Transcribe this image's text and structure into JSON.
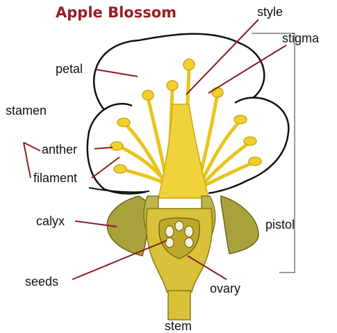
{
  "title": "Apple Blossom",
  "labels": {
    "style": "style",
    "stigma": "stigma",
    "petal": "petal",
    "stamen": "stamen",
    "anther": "anther",
    "filament": "filament",
    "calyx": "calyx",
    "pistol": "pistol",
    "seeds": "seeds",
    "ovary": "ovary",
    "stem": "stem"
  },
  "colors": {
    "title": "#9b1c24",
    "leader_line": "#8b1a24",
    "bracket": "#9a9a9a",
    "pistil_yellow": "#f0d23a",
    "stamen_yellow": "#f2cf2a",
    "calyx_green": "#a8a23a",
    "ovary_olive": "#b9a72a",
    "seed_white": "#f4f1e2",
    "outline": "#111111"
  }
}
